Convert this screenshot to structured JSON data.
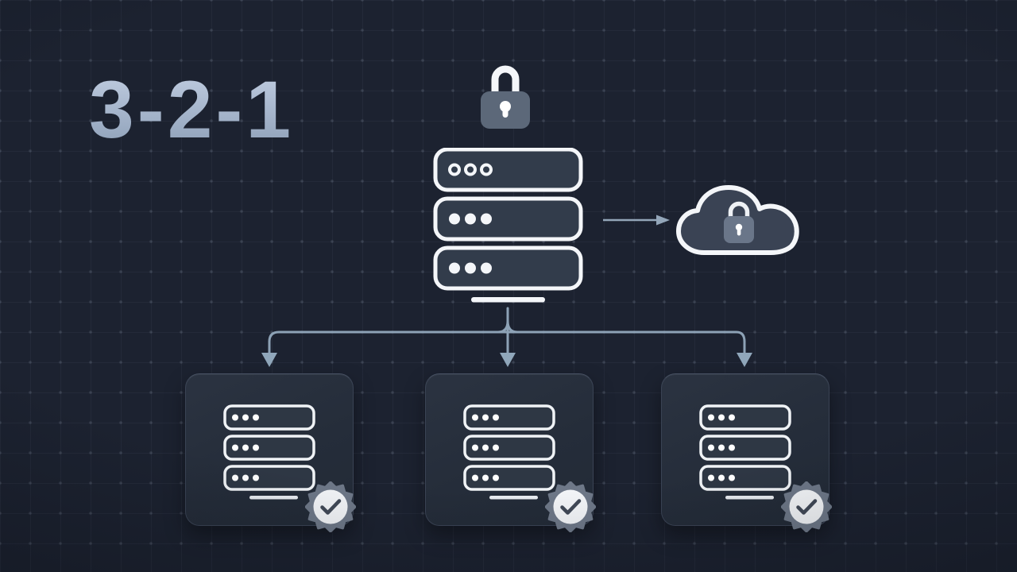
{
  "title": {
    "text": "3-2-1"
  },
  "colors": {
    "background": "#1c2230",
    "title_text": "#abbcd2",
    "icon_stroke": "#f4f6f9",
    "server_fill": "#323c4b",
    "lock_body": "#5c6879",
    "cloud_fill": "#3a4354",
    "cloud_lock_body": "#6a7689",
    "connector_line": "#8da2b6",
    "card_fill": "#252d3a",
    "card_border": "#3a4354",
    "badge_seal": "#6e7888",
    "badge_circle": "#f3f5f8",
    "badge_check": "#414957"
  },
  "diagram": {
    "source_server": {
      "icon": "server-stack-icon",
      "rows": 3,
      "secured_by": "lock-icon"
    },
    "offsite_backup": {
      "icon": "cloud-lock-icon",
      "connected_by": "arrow-right-icon"
    },
    "branch_connector": {
      "icon": "branch-arrows-icon",
      "arrows": 3
    },
    "backup_copies": [
      {
        "icon": "server-stack-icon",
        "badge": "check-badge-icon"
      },
      {
        "icon": "server-stack-icon",
        "badge": "check-badge-icon"
      },
      {
        "icon": "server-stack-icon",
        "badge": "check-badge-icon"
      }
    ]
  }
}
